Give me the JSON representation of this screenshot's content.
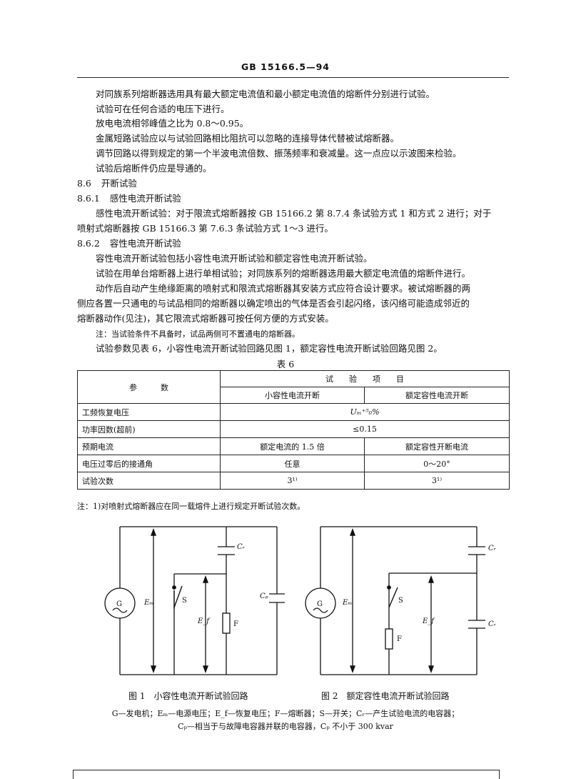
{
  "header": {
    "doc_id": "GB 15166.5—94"
  },
  "paragraphs_top": [
    "对同族系列熔断器选用具有最大额定电流值和最小额定电流值的熔断件分别进行试验。",
    "试验可在任何合适的电压下进行。",
    "放电电流相邻峰值之比为 0.8～0.95。",
    "金属短路试验应以与试验回路相比阻抗可以忽略的连接导体代替被试熔断器。",
    "调节回路以得到规定的第一个半波电流倍数、振荡频率和衰减量。这一点应以示波图来检验。",
    "试验后熔断件仍应是导通的。"
  ],
  "sec_8_6": {
    "num": "8.6",
    "title": "开断试验"
  },
  "sec_8_6_1": {
    "num": "8.6.1",
    "title": "感性电流开断试验"
  },
  "para_861_a": "感性电流开断试验：对于限流式熔断器按 GB 15166.2 第 8.7.4 条试验方式 1 和方式 2 进行；对于",
  "para_861_b": "喷射式熔断器按 GB 15166.3 第 7.6.3 条试验方式 1～3 进行。",
  "sec_8_6_2": {
    "num": "8.6.2",
    "title": "容性电流开断试验"
  },
  "para_862": [
    "容性电流开断试验包括小容性电流开断试验和额定容性电流开断试验。",
    "试验在用单台熔断器上进行单相试验；对同族系列的熔断器选用最大额定电流值的熔断件进行。",
    "动作后自动产生绝缘距离的喷射式和限流式熔断器其安装方式应符合设计要求。被试熔断器的两"
  ],
  "para_862_cont": [
    "侧应各置一只通电的与试品相同的熔断器以确定喷出的气体是否会引起闪络，该闪络可能造成邻近的",
    "熔断器动作(见注)，其它限流式熔断器可按任何方便的方式安装。"
  ],
  "note_1": "注：当试验条件不具备时，试品两侧可不置通电的熔断器。",
  "para_params": "试验参数见表 6，小容性电流开断试验回路见图 1，额定容性电流开断试验回路见图 2。",
  "table": {
    "caption": "表 6",
    "param_header": "参　　　数",
    "group_header": "试　　验　　项　　目",
    "col1_header": "小容性电流开断",
    "col2_header": "额定容性电流开断",
    "rows": [
      {
        "param": "工频恢复电压",
        "col1": "Uₘ⁺⁵₀%",
        "col2": ""
      },
      {
        "param": "功率因数(超前)",
        "col1": "≤0.15",
        "col2": ""
      },
      {
        "param": "预期电流",
        "col1": "额定电流的 1.5 倍",
        "col2": "额定容性开断电流"
      },
      {
        "param": "电压过零后的接通角",
        "col1": "任意",
        "col2": "0～20°"
      },
      {
        "param": "试验次数",
        "col1": "3¹⁾",
        "col2": "3¹⁾"
      }
    ],
    "footnote": "注：1)对喷射式熔断器应在同一载熔件上进行规定开断试验次数。"
  },
  "fig1": {
    "caption": "图 1　小容性电流开断试验回路",
    "labels": {
      "gen": "G",
      "em": "Eₘ",
      "s": "S",
      "ef": "E_f",
      "f": "F",
      "cr": "Cᵣ",
      "cp": "Cₚ"
    }
  },
  "fig2": {
    "caption": "图 2　额定容性电流开断试验回路",
    "labels": {
      "gen": "G",
      "em": "Eₘ",
      "s": "S",
      "ef": "E_f",
      "f": "F",
      "cr": "Cᵣ",
      "cp": "Cᵣ"
    }
  },
  "legend_1": "G—发电机；Eₘ—电源电压；E_f—恢复电压；F—熔断器；S—开关；Cᵣ—产生试验电流的电容器；",
  "legend_2": "Cₚ—相当于与故障电容器并联的电容器，Cₚ 不小于 300 kvar"
}
